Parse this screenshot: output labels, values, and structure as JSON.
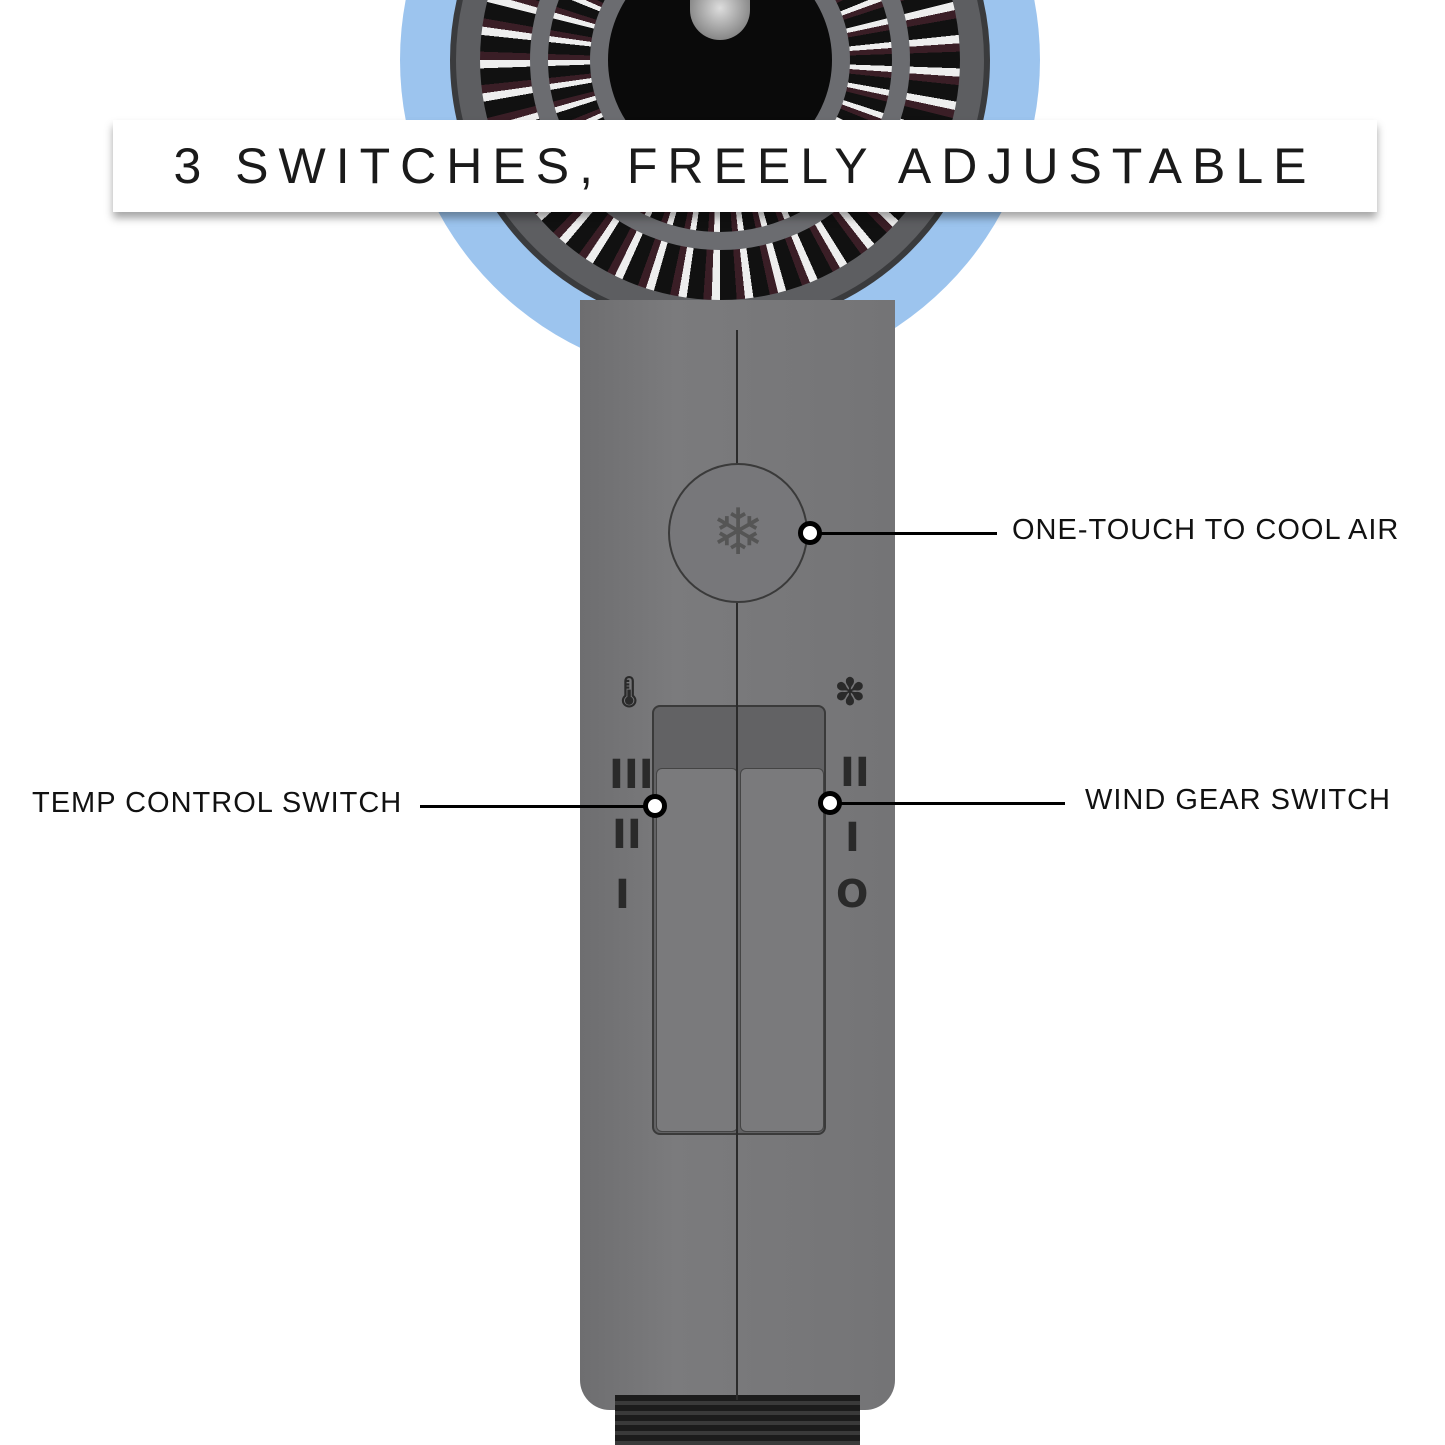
{
  "banner": {
    "title": "3 SWITCHES, FREELY ADJUSTABLE"
  },
  "callouts": {
    "cool_air": "ONE-TOUCH TO COOL AIR",
    "temp_switch": "TEMP CONTROL SWITCH",
    "wind_switch": "WIND GEAR SWITCH"
  },
  "markings": {
    "temp_levels": [
      "III",
      "II",
      "I"
    ],
    "wind_levels": [
      "II",
      "I",
      "O"
    ],
    "snowflake": "❄",
    "thermometer": "🌡",
    "fan": "✽"
  },
  "colors": {
    "ring": "#9cc4ee",
    "body": "#747476"
  }
}
